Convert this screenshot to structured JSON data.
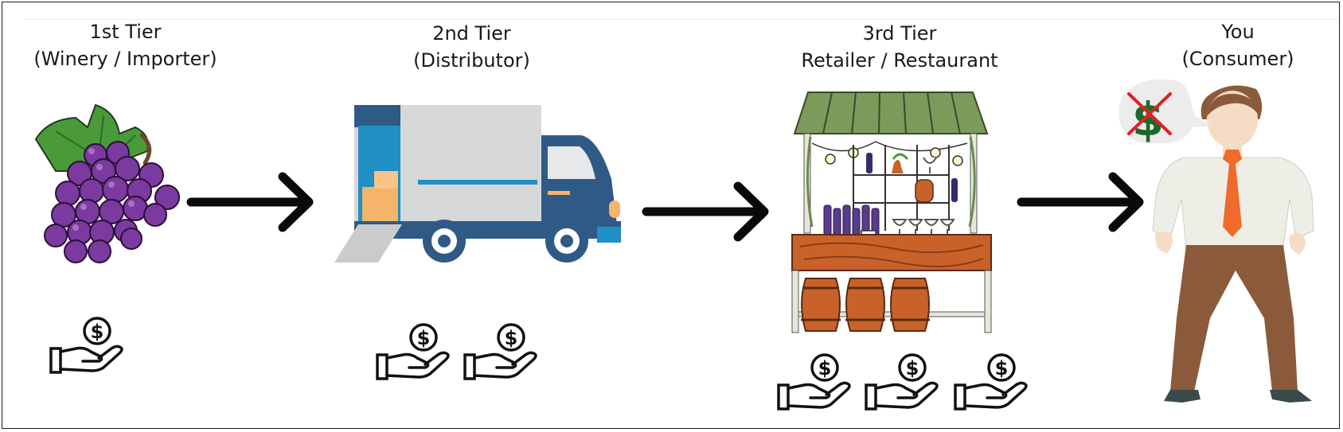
{
  "tiers": [
    {
      "title": "1st Tier",
      "subtitle": "(Winery / Importer)",
      "payments": 1
    },
    {
      "title": "2nd Tier",
      "subtitle": "(Distributor)",
      "payments": 2
    },
    {
      "title": "3rd Tier",
      "subtitle": "Retailer / Restaurant",
      "payments": 3
    },
    {
      "title": "You",
      "subtitle": "(Consumer)",
      "payments": 0
    }
  ],
  "speech_bubble_symbol": "$",
  "coin_symbol": "$",
  "icons": [
    "grapes-icon",
    "delivery-truck-icon",
    "wine-market-stall-icon",
    "broke-consumer-icon",
    "no-money-bubble-icon",
    "arrow-right-icon",
    "hand-coin-icon"
  ],
  "colors": {
    "arrow": "#0a0a0a",
    "grape": "#7a3aa0",
    "leaf": "#4a9a3a",
    "truck_cab": "#2f5a86",
    "awning": "#7c9a5a",
    "wood": "#c9622a",
    "tie": "#f06a2a",
    "pants": "#8a5a3a",
    "dollar_green": "#1a6a2a",
    "cross_red": "#e02020"
  }
}
